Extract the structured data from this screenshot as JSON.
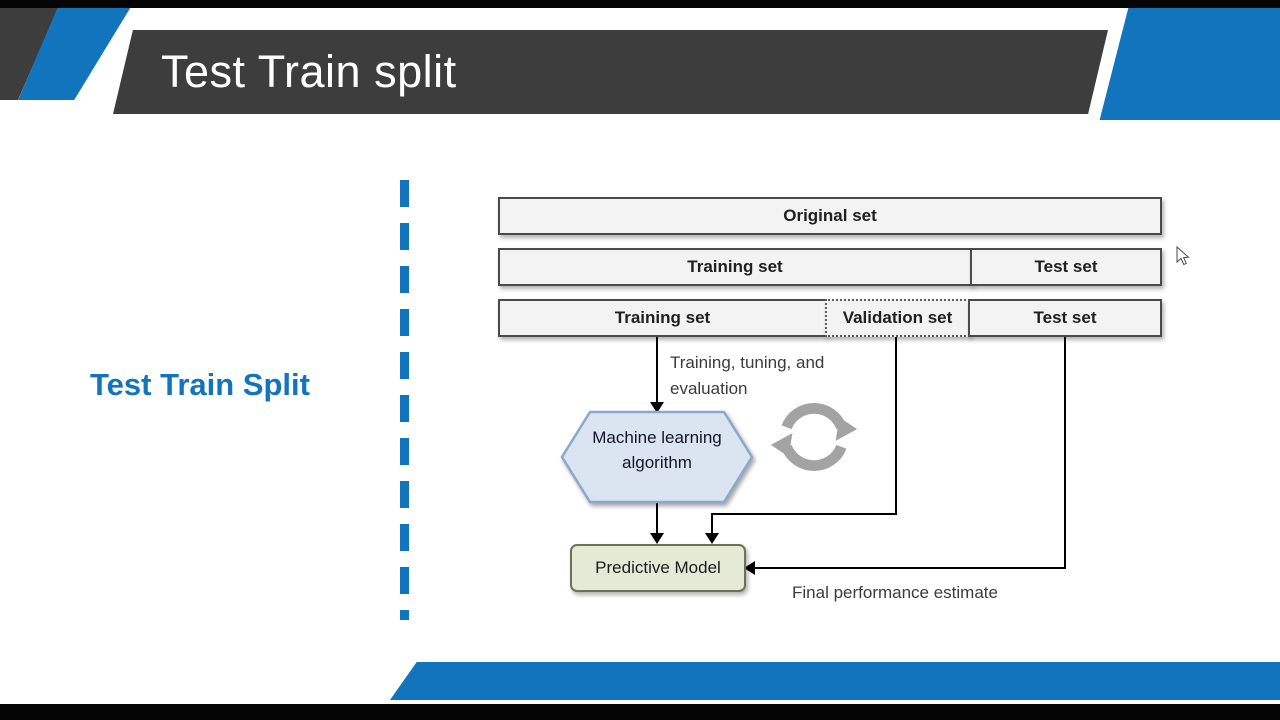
{
  "header": {
    "title": "Test Train split"
  },
  "sidebar": {
    "label": "Test Train Split"
  },
  "diagram": {
    "rows": [
      {
        "cells": [
          {
            "label": "Original set"
          }
        ]
      },
      {
        "cells": [
          {
            "label": "Training set"
          },
          {
            "label": "Test set"
          }
        ]
      },
      {
        "cells": [
          {
            "label": "Training set"
          },
          {
            "label": "Validation set"
          },
          {
            "label": "Test set"
          }
        ]
      }
    ],
    "ml_label": "Machine learning algorithm",
    "model_label": "Predictive Model",
    "training_note": "Training, tuning, and evaluation",
    "final_note": "Final performance estimate"
  },
  "colors": {
    "accent_blue": "#1274bd",
    "band_gray": "#3d3d3d",
    "bar_fill": "#f3f3f3",
    "bar_border": "#4a4a4a",
    "hexagon_fill": "#dbe5f1",
    "hexagon_border": "#8aa9cc",
    "model_fill": "#e4ead5",
    "cycle_gray": "#a3a3a3"
  }
}
